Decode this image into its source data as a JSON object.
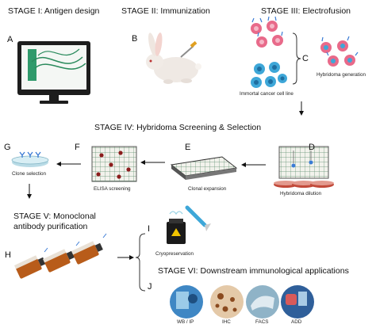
{
  "stages": {
    "s1": "STAGE I: Antigen design",
    "s2": "STAGE II: Immunization",
    "s3": "STAGE III: Electrofusion",
    "s4": "STAGE IV: Hybridoma Screening & Selection",
    "s5_line1": "STAGE V: Monoclonal",
    "s5_line2": "antibody purification",
    "s6": "STAGE VI: Downstream immunological applications"
  },
  "letters": {
    "a": "A",
    "b": "B",
    "c": "C",
    "d": "D",
    "e": "E",
    "f": "F",
    "g": "G",
    "h": "H",
    "i": "I",
    "j": "J"
  },
  "captions": {
    "hybridoma_generation": "Hybridoma generation",
    "immortal_cells": "Immortal cancer cell line",
    "hybridoma_dilution": "Hybridoma dilution",
    "clonal_expansion": "Clonal expansion",
    "elisa_screening": "ELISA screening",
    "clone_selection": "Clone selection",
    "cryopreservation": "Cryopreservation"
  },
  "applications": [
    "WB / IP",
    "IHC",
    "FACS",
    "ADD"
  ],
  "colors": {
    "cell_blue": "#3ea7d8",
    "well_grid": "#5c8f6e",
    "antibody_blue": "#3a7bd5",
    "cell_pink": "#e86a8a"
  }
}
